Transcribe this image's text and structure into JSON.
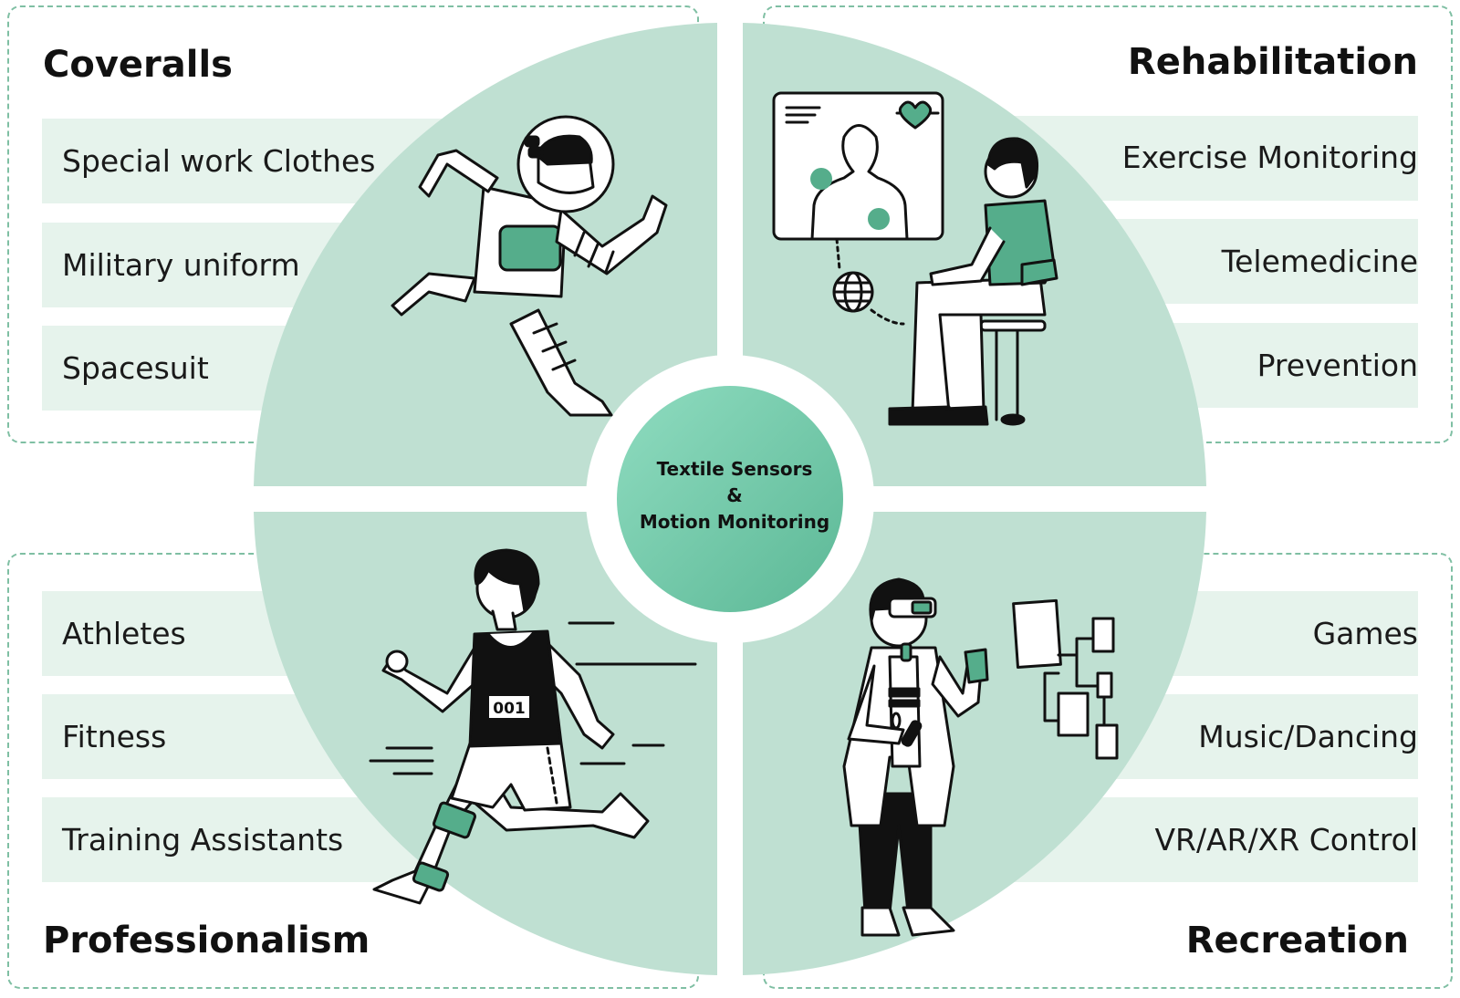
{
  "center": {
    "line1": "Textile Sensors",
    "line2": "&",
    "line3": "Motion Monitoring"
  },
  "quadrants": {
    "coveralls": {
      "title": "Coveralls",
      "items": [
        "Special work Clothes",
        "Military uniform",
        "Spacesuit"
      ]
    },
    "rehabilitation": {
      "title": "Rehabilitation",
      "items": [
        "Exercise Monitoring",
        "Telemedicine",
        "Prevention"
      ]
    },
    "professionalism": {
      "title": "Professionalism",
      "items": [
        "Athletes",
        "Fitness",
        "Training Assistants"
      ]
    },
    "recreation": {
      "title": "Recreation",
      "items": [
        "Games",
        "Music/Dancing",
        "VR/AR/XR Control"
      ]
    }
  },
  "runner_bib": "001",
  "colors": {
    "quadrant_fill": "#bfe0d2",
    "band_fill": "#e6f3ec",
    "accent": "#55ad8b",
    "center_fill": "#6cc7a5",
    "dashed_border": "#7fbfa3"
  }
}
